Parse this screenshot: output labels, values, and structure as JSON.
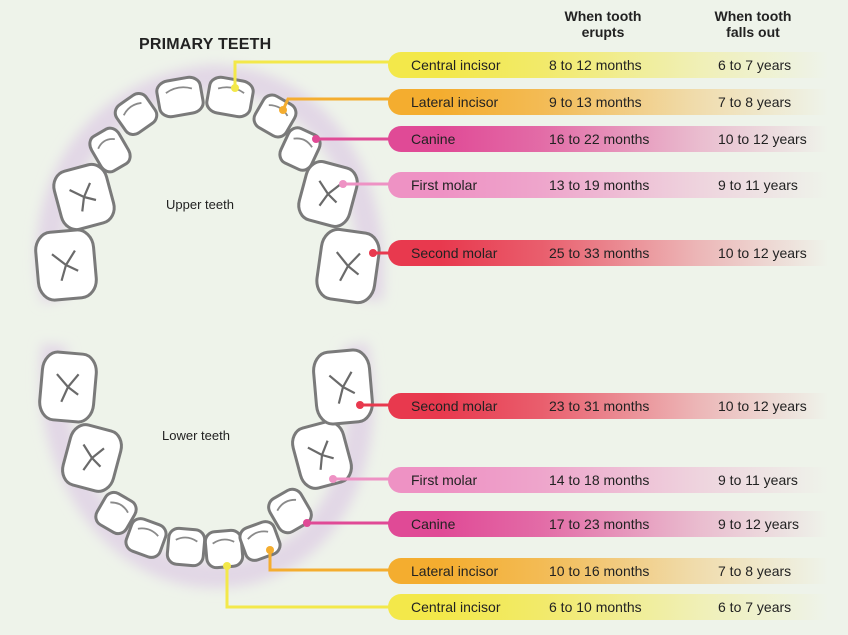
{
  "title": "PRIMARY TEETH",
  "headers": {
    "erupts": [
      "When tooth",
      "erupts"
    ],
    "falls_out": [
      "When tooth",
      "falls out"
    ]
  },
  "labels": {
    "upper": "Upper teeth",
    "lower": "Lower teeth"
  },
  "colors": {
    "central_incisor": "#f3e84a",
    "lateral_incisor": "#f4ad2f",
    "canine": "#e04a96",
    "first_molar": "#ee92c4",
    "second_molar": "#e8394e",
    "background": "#eef3ea",
    "tooth_outline": "#7a7a7a"
  },
  "upper": [
    {
      "tooth": "Central incisor",
      "erupts": "8 to 12 months",
      "falls_out": "6 to 7 years",
      "color": "central_incisor"
    },
    {
      "tooth": "Lateral incisor",
      "erupts": "9 to 13 months",
      "falls_out": "7 to 8 years",
      "color": "lateral_incisor"
    },
    {
      "tooth": "Canine",
      "erupts": "16 to 22 months",
      "falls_out": "10 to 12 years",
      "color": "canine"
    },
    {
      "tooth": "First molar",
      "erupts": "13 to 19 months",
      "falls_out": "9 to 11 years",
      "color": "first_molar"
    },
    {
      "tooth": "Second molar",
      "erupts": "25 to 33 months",
      "falls_out": "10 to 12 years",
      "color": "second_molar"
    }
  ],
  "lower": [
    {
      "tooth": "Second molar",
      "erupts": "23 to 31 months",
      "falls_out": "10 to 12 years",
      "color": "second_molar"
    },
    {
      "tooth": "First molar",
      "erupts": "14 to 18 months",
      "falls_out": "9 to 11 years",
      "color": "first_molar"
    },
    {
      "tooth": "Canine",
      "erupts": "17 to 23 months",
      "falls_out": "9 to 12 years",
      "color": "canine"
    },
    {
      "tooth": "Lateral incisor",
      "erupts": "10 to 16 months",
      "falls_out": "7 to 8 years",
      "color": "lateral_incisor"
    },
    {
      "tooth": "Central incisor",
      "erupts": "6 to 10 months",
      "falls_out": "6 to 7 years",
      "color": "central_incisor"
    }
  ]
}
